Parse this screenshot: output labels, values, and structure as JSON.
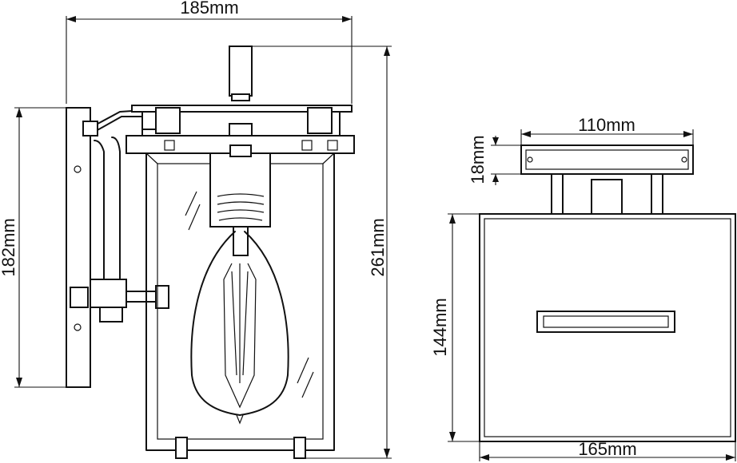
{
  "dimensions": {
    "side_width": "185mm",
    "side_projection": "182mm",
    "side_height": "261mm",
    "top_width": "110mm",
    "top_depth": "18mm",
    "base_height": "144mm",
    "base_width": "165mm"
  },
  "colors": {
    "line": "#111111",
    "background": "#ffffff"
  }
}
